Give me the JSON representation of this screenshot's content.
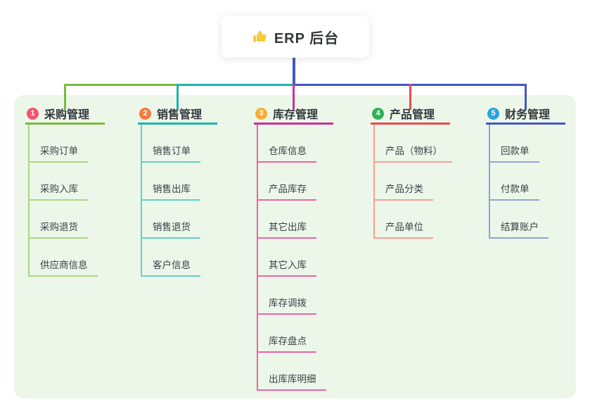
{
  "root": {
    "title": "ERP 后台",
    "icon": "thumbs-up"
  },
  "panel": {
    "bg": "#ecf7ea"
  },
  "connector_colors": {
    "stem": "#4356c5",
    "bus_segments": [
      "#7cb93e",
      "#1db5ac",
      "#4356c5"
    ]
  },
  "branches": [
    {
      "index": "1",
      "label": "采购管理",
      "badge_color": "#f4536e",
      "line_color": "#7cb93e",
      "child_line_color": "#abd67f",
      "children": [
        "采购订单",
        "采购入库",
        "采购退货",
        "供应商信息"
      ]
    },
    {
      "index": "2",
      "label": "销售管理",
      "badge_color": "#f57a3b",
      "line_color": "#1db5ac",
      "child_line_color": "#63cfc5",
      "children": [
        "销售订单",
        "销售出库",
        "销售退货",
        "客户信息"
      ]
    },
    {
      "index": "3",
      "label": "库存管理",
      "badge_color": "#fbad31",
      "line_color": "#d02d9b",
      "child_line_color": "#ef62a8",
      "children": [
        "仓库信息",
        "产品库存",
        "其它出库",
        "其它入库",
        "库存调拨",
        "库存盘点",
        "出库库明细"
      ]
    },
    {
      "index": "4",
      "label": "产品管理",
      "badge_color": "#2fb158",
      "line_color": "#e84c4e",
      "child_line_color": "#fb9e92",
      "children": [
        "产品（物料）",
        "产品分类",
        "产品单位"
      ]
    },
    {
      "index": "5",
      "label": "财务管理",
      "badge_color": "#29a3df",
      "line_color": "#4356c5",
      "child_line_color": "#8fa2da",
      "children": [
        "回款单",
        "付款单",
        "结算账户"
      ]
    }
  ]
}
